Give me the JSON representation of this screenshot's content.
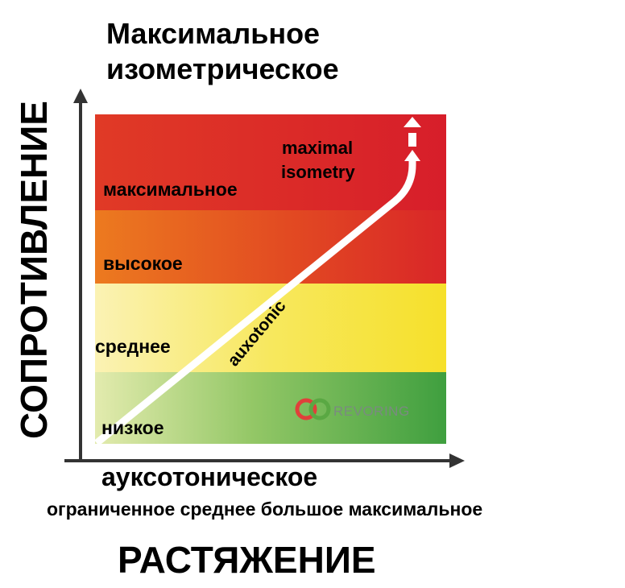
{
  "title_line1": "Максимальное",
  "title_line2": "изометрическое",
  "y_axis_label": "СОПРОТИВЛЕНИЕ",
  "x_axis_label": "РАСТЯЖЕНИЕ",
  "x_sublabel": "ауксотоническое",
  "x_scale_text": "ограниченное среднее большое максимальное",
  "bands": [
    {
      "label": "максимальное",
      "color": "#d9262b"
    },
    {
      "label": "высокое",
      "color": "#e86a1c"
    },
    {
      "label": "среднее",
      "color": "#f5e23a"
    },
    {
      "label": "низкое",
      "color": "#4caa48"
    }
  ],
  "annotation_maximal_line1": "maximal",
  "annotation_maximal_line2": "isometry",
  "annotation_auxotonic": "auxotonic",
  "logo_text": "REVORING",
  "colors": {
    "axis": "#333333",
    "arrow": "#ffffff",
    "logo_red": "#e0403a",
    "logo_green": "#5aa843"
  }
}
